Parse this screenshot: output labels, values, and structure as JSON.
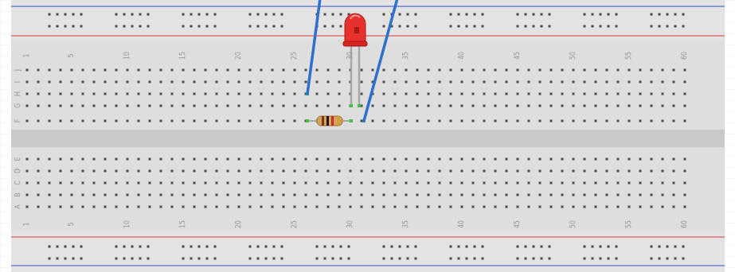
{
  "diagram": {
    "labels": [
      "1",
      "5",
      "10",
      "15",
      "20",
      "25",
      "30",
      "35",
      "40",
      "45",
      "50",
      "55",
      "60",
      "J",
      "I",
      "H",
      "G",
      "F",
      "E",
      "D",
      "C",
      "B",
      "A",
      "1",
      "5",
      "10",
      "15",
      "20",
      "25",
      "30",
      "35",
      "40",
      "45",
      "50",
      "55",
      "60"
    ]
  }
}
